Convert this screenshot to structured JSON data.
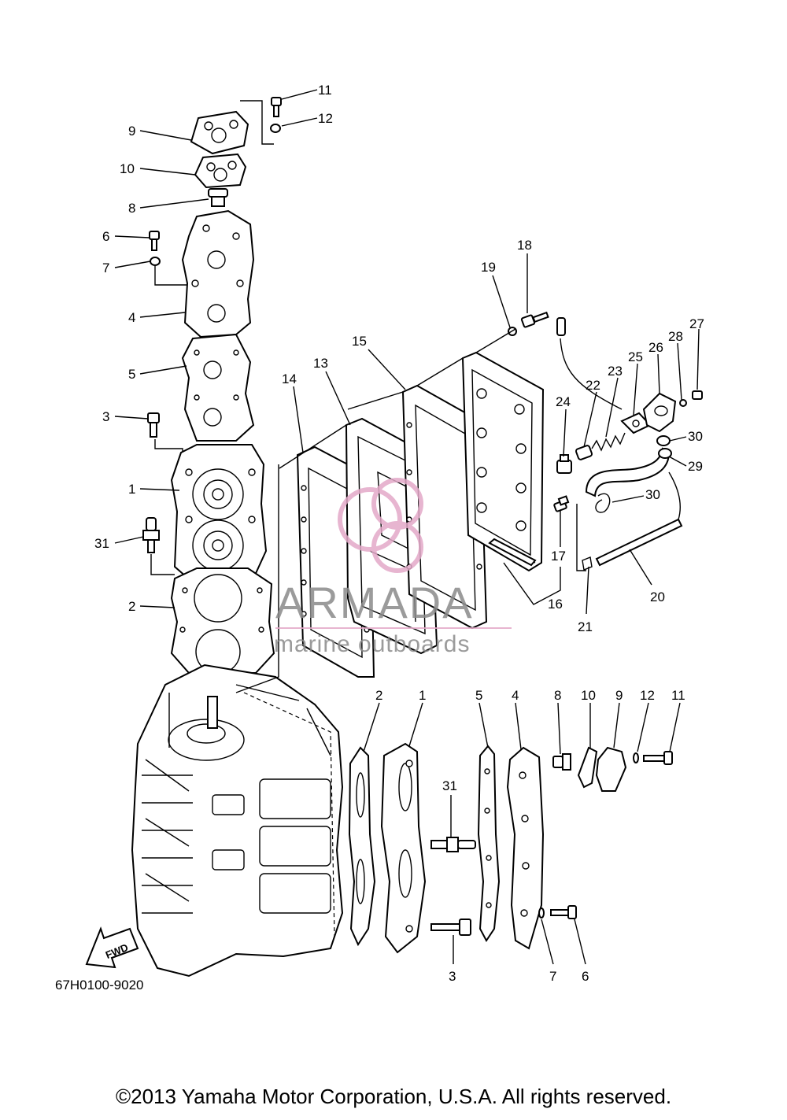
{
  "diagram_code": "67H0100-9020",
  "fwd_label": "FWD",
  "watermark": {
    "line1": "ARMADA",
    "line2": "marine outboards",
    "accent": "#e3a9c8",
    "text_color": "#8a8a8a"
  },
  "copyright": "©2013 Yamaha Motor Corporation, U.S.A. All rights reserved.",
  "callouts": [
    {
      "id": "c11a",
      "text": "11"
    },
    {
      "id": "c12a",
      "text": "12"
    },
    {
      "id": "c9a",
      "text": "9"
    },
    {
      "id": "c10a",
      "text": "10"
    },
    {
      "id": "c8a",
      "text": "8"
    },
    {
      "id": "c6a",
      "text": "6"
    },
    {
      "id": "c7a",
      "text": "7"
    },
    {
      "id": "c4a",
      "text": "4"
    },
    {
      "id": "c5a",
      "text": "5"
    },
    {
      "id": "c3a",
      "text": "3"
    },
    {
      "id": "c1a",
      "text": "1"
    },
    {
      "id": "c31a",
      "text": "31"
    },
    {
      "id": "c2a",
      "text": "2"
    },
    {
      "id": "c18",
      "text": "18"
    },
    {
      "id": "c19",
      "text": "19"
    },
    {
      "id": "c15",
      "text": "15"
    },
    {
      "id": "c13",
      "text": "13"
    },
    {
      "id": "c14",
      "text": "14"
    },
    {
      "id": "c27",
      "text": "27"
    },
    {
      "id": "c28",
      "text": "28"
    },
    {
      "id": "c26",
      "text": "26"
    },
    {
      "id": "c25",
      "text": "25"
    },
    {
      "id": "c23",
      "text": "23"
    },
    {
      "id": "c22",
      "text": "22"
    },
    {
      "id": "c24",
      "text": "24"
    },
    {
      "id": "c30a",
      "text": "30"
    },
    {
      "id": "c29",
      "text": "29"
    },
    {
      "id": "c30b",
      "text": "30"
    },
    {
      "id": "c17",
      "text": "17"
    },
    {
      "id": "c16",
      "text": "16"
    },
    {
      "id": "c21",
      "text": "21"
    },
    {
      "id": "c20",
      "text": "20"
    },
    {
      "id": "c2b",
      "text": "2"
    },
    {
      "id": "c1b",
      "text": "1"
    },
    {
      "id": "c5b",
      "text": "5"
    },
    {
      "id": "c4b",
      "text": "4"
    },
    {
      "id": "c8b",
      "text": "8"
    },
    {
      "id": "c10b",
      "text": "10"
    },
    {
      "id": "c9b",
      "text": "9"
    },
    {
      "id": "c12b",
      "text": "12"
    },
    {
      "id": "c11b",
      "text": "11"
    },
    {
      "id": "c31b",
      "text": "31"
    },
    {
      "id": "c3b",
      "text": "3"
    },
    {
      "id": "c7b",
      "text": "7"
    },
    {
      "id": "c6b",
      "text": "6"
    }
  ]
}
